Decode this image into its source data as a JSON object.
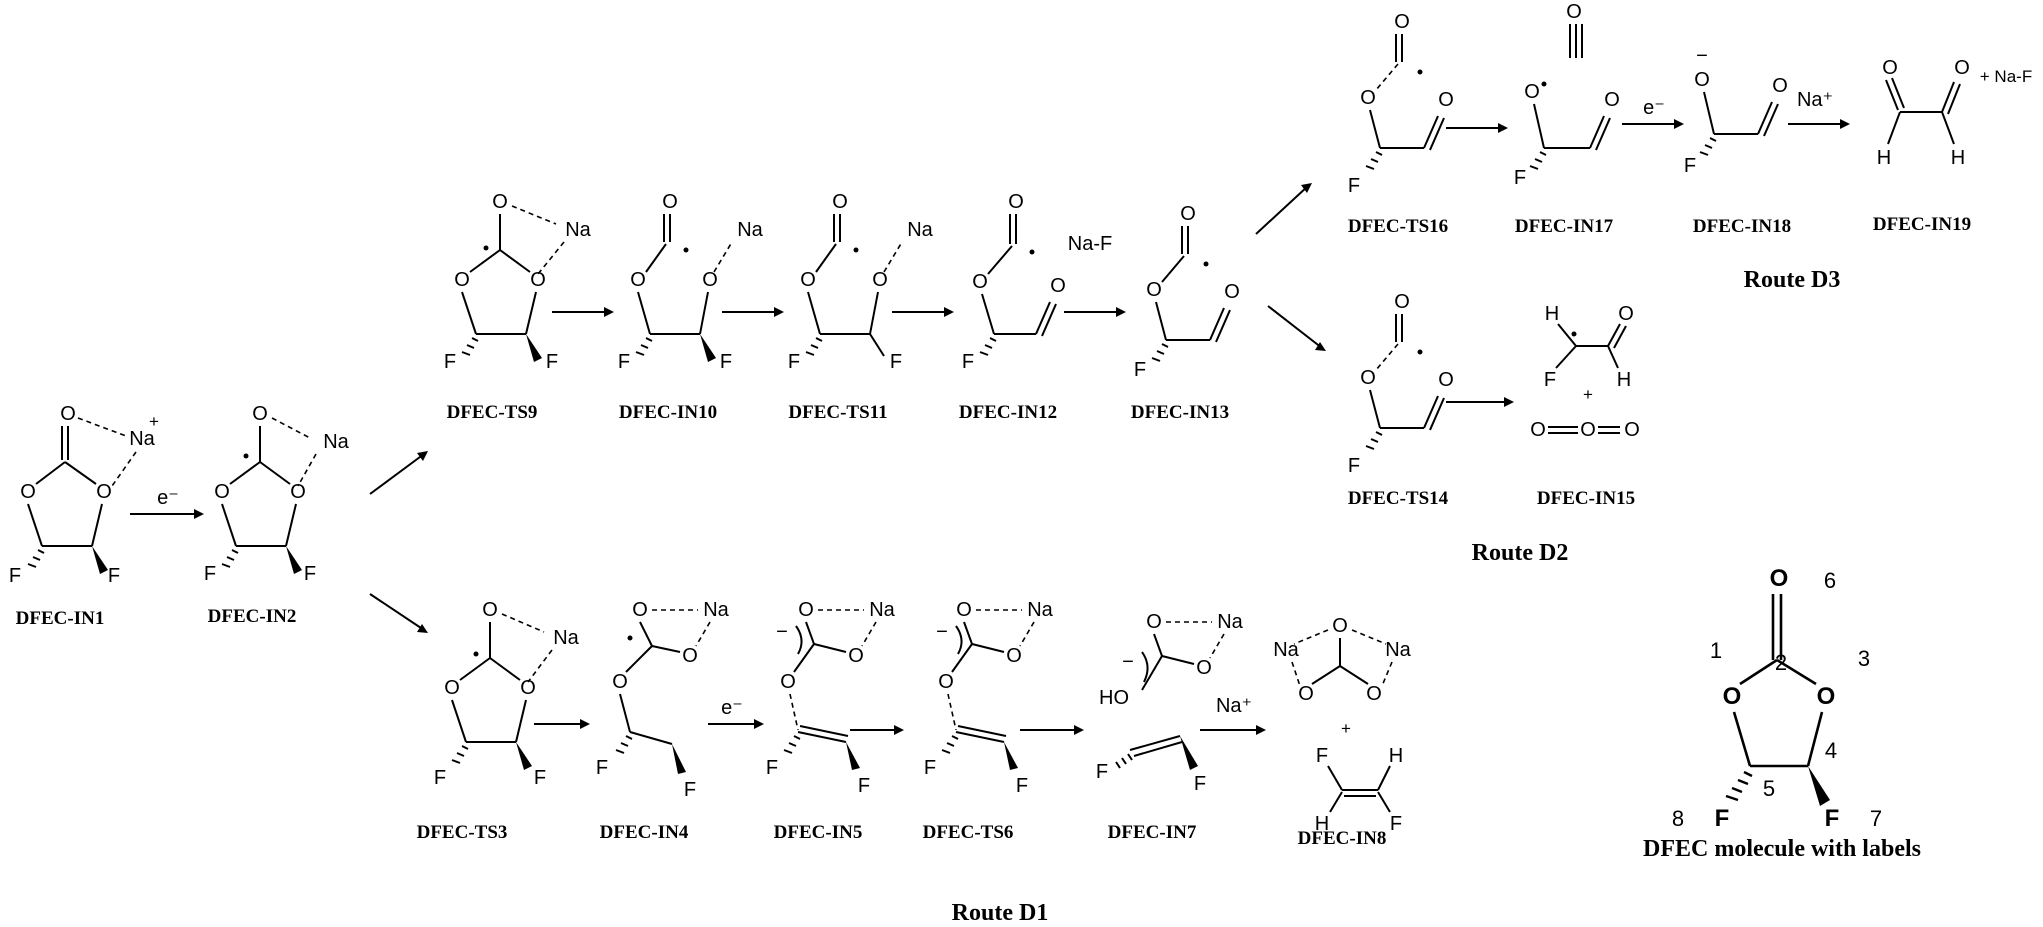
{
  "atoms": {
    "O": "O",
    "F": "F",
    "H": "H",
    "HO": "HO",
    "Na": "Na",
    "NaF": "Na-F",
    "plus": "+",
    "plusNaF": "+ Na-F",
    "minus": "−"
  },
  "reagents": {
    "electron": "e⁻",
    "sodium_ion": "Na⁺"
  },
  "compounds": {
    "in1": "DFEC-IN1",
    "in2": "DFEC-IN2",
    "ts9": "DFEC-TS9",
    "in10": "DFEC-IN10",
    "ts11": "DFEC-TS11",
    "in12": "DFEC-IN12",
    "in13": "DFEC-IN13",
    "ts14": "DFEC-TS14",
    "in15": "DFEC-IN15",
    "ts16": "DFEC-TS16",
    "in17": "DFEC-IN17",
    "in18": "DFEC-IN18",
    "in19": "DFEC-IN19",
    "ts3": "DFEC-TS3",
    "in4": "DFEC-IN4",
    "in5": "DFEC-IN5",
    "ts6": "DFEC-TS6",
    "in7": "DFEC-IN7",
    "in8": "DFEC-IN8"
  },
  "routes": {
    "d1": "Route D1",
    "d2": "Route D2",
    "d3": "Route D3"
  },
  "labeled_molecule": {
    "caption": "DFEC molecule with labels",
    "atom_numbers": [
      "1",
      "2",
      "3",
      "4",
      "5",
      "6",
      "7",
      "8"
    ]
  }
}
